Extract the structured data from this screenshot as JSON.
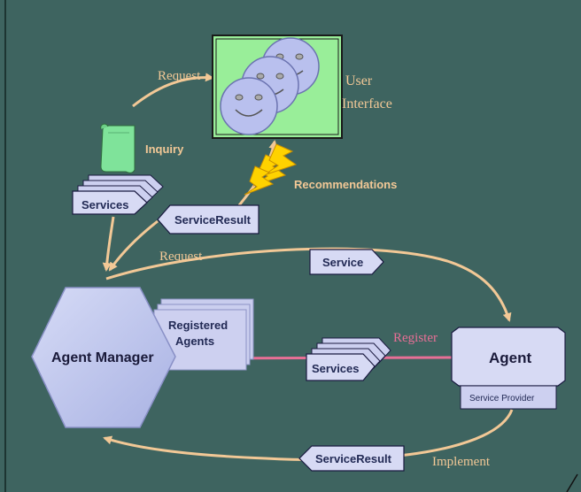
{
  "colors": {
    "background": "#3e6460",
    "flow_arrow": "#f2c896",
    "register_arrow": "#e86f96",
    "hexagon": "#bcc3e8",
    "label_box": "#cdd0f0",
    "ui_screen": "#99ee99",
    "face": "#b9c0ee",
    "scroll": "#7fe39a",
    "lightning": "#ffd200"
  },
  "labels": {
    "request_top": "Request",
    "user_interface_line1": "User",
    "user_interface_line2": "Interface",
    "inquiry": "Inquiry",
    "recommendations": "Recommendations",
    "services_top": "Services",
    "service_result_top": "ServiceResult",
    "request_mid": "Request",
    "service_mid": "Service",
    "registered_line1": "Registered",
    "registered_line2": "Agents",
    "agent_manager": "Agent Manager",
    "register": "Register",
    "services_mid": "Services",
    "agent": "Agent",
    "service_provider": "Service Provider",
    "service_result_bottom": "ServiceResult",
    "implement": "Implement"
  },
  "icons": {
    "user_faces": "smiley-face-icon",
    "inquiry_scroll": "scroll-icon",
    "lightning": "lightning-bolt-icon"
  }
}
